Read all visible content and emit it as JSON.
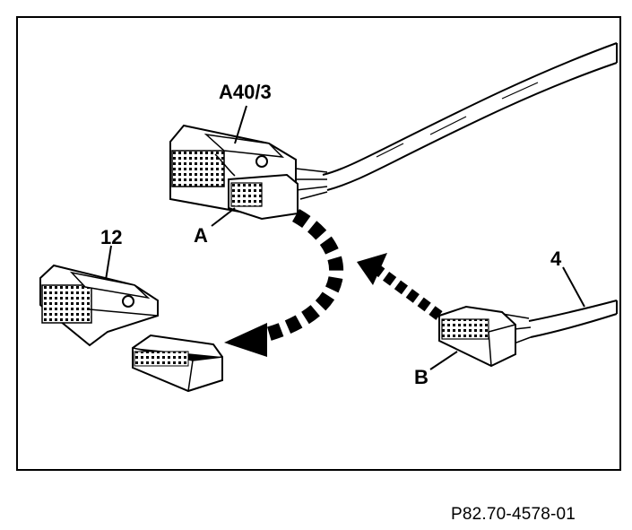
{
  "labels": {
    "connector_top": "A40/3",
    "point_a": "A",
    "connector_left": "12",
    "cable_right": "4",
    "point_b": "B"
  },
  "caption": "P82.70-4578-01",
  "colors": {
    "line": "#000000",
    "background": "#ffffff",
    "fill_gray": "#d8d8d8"
  }
}
